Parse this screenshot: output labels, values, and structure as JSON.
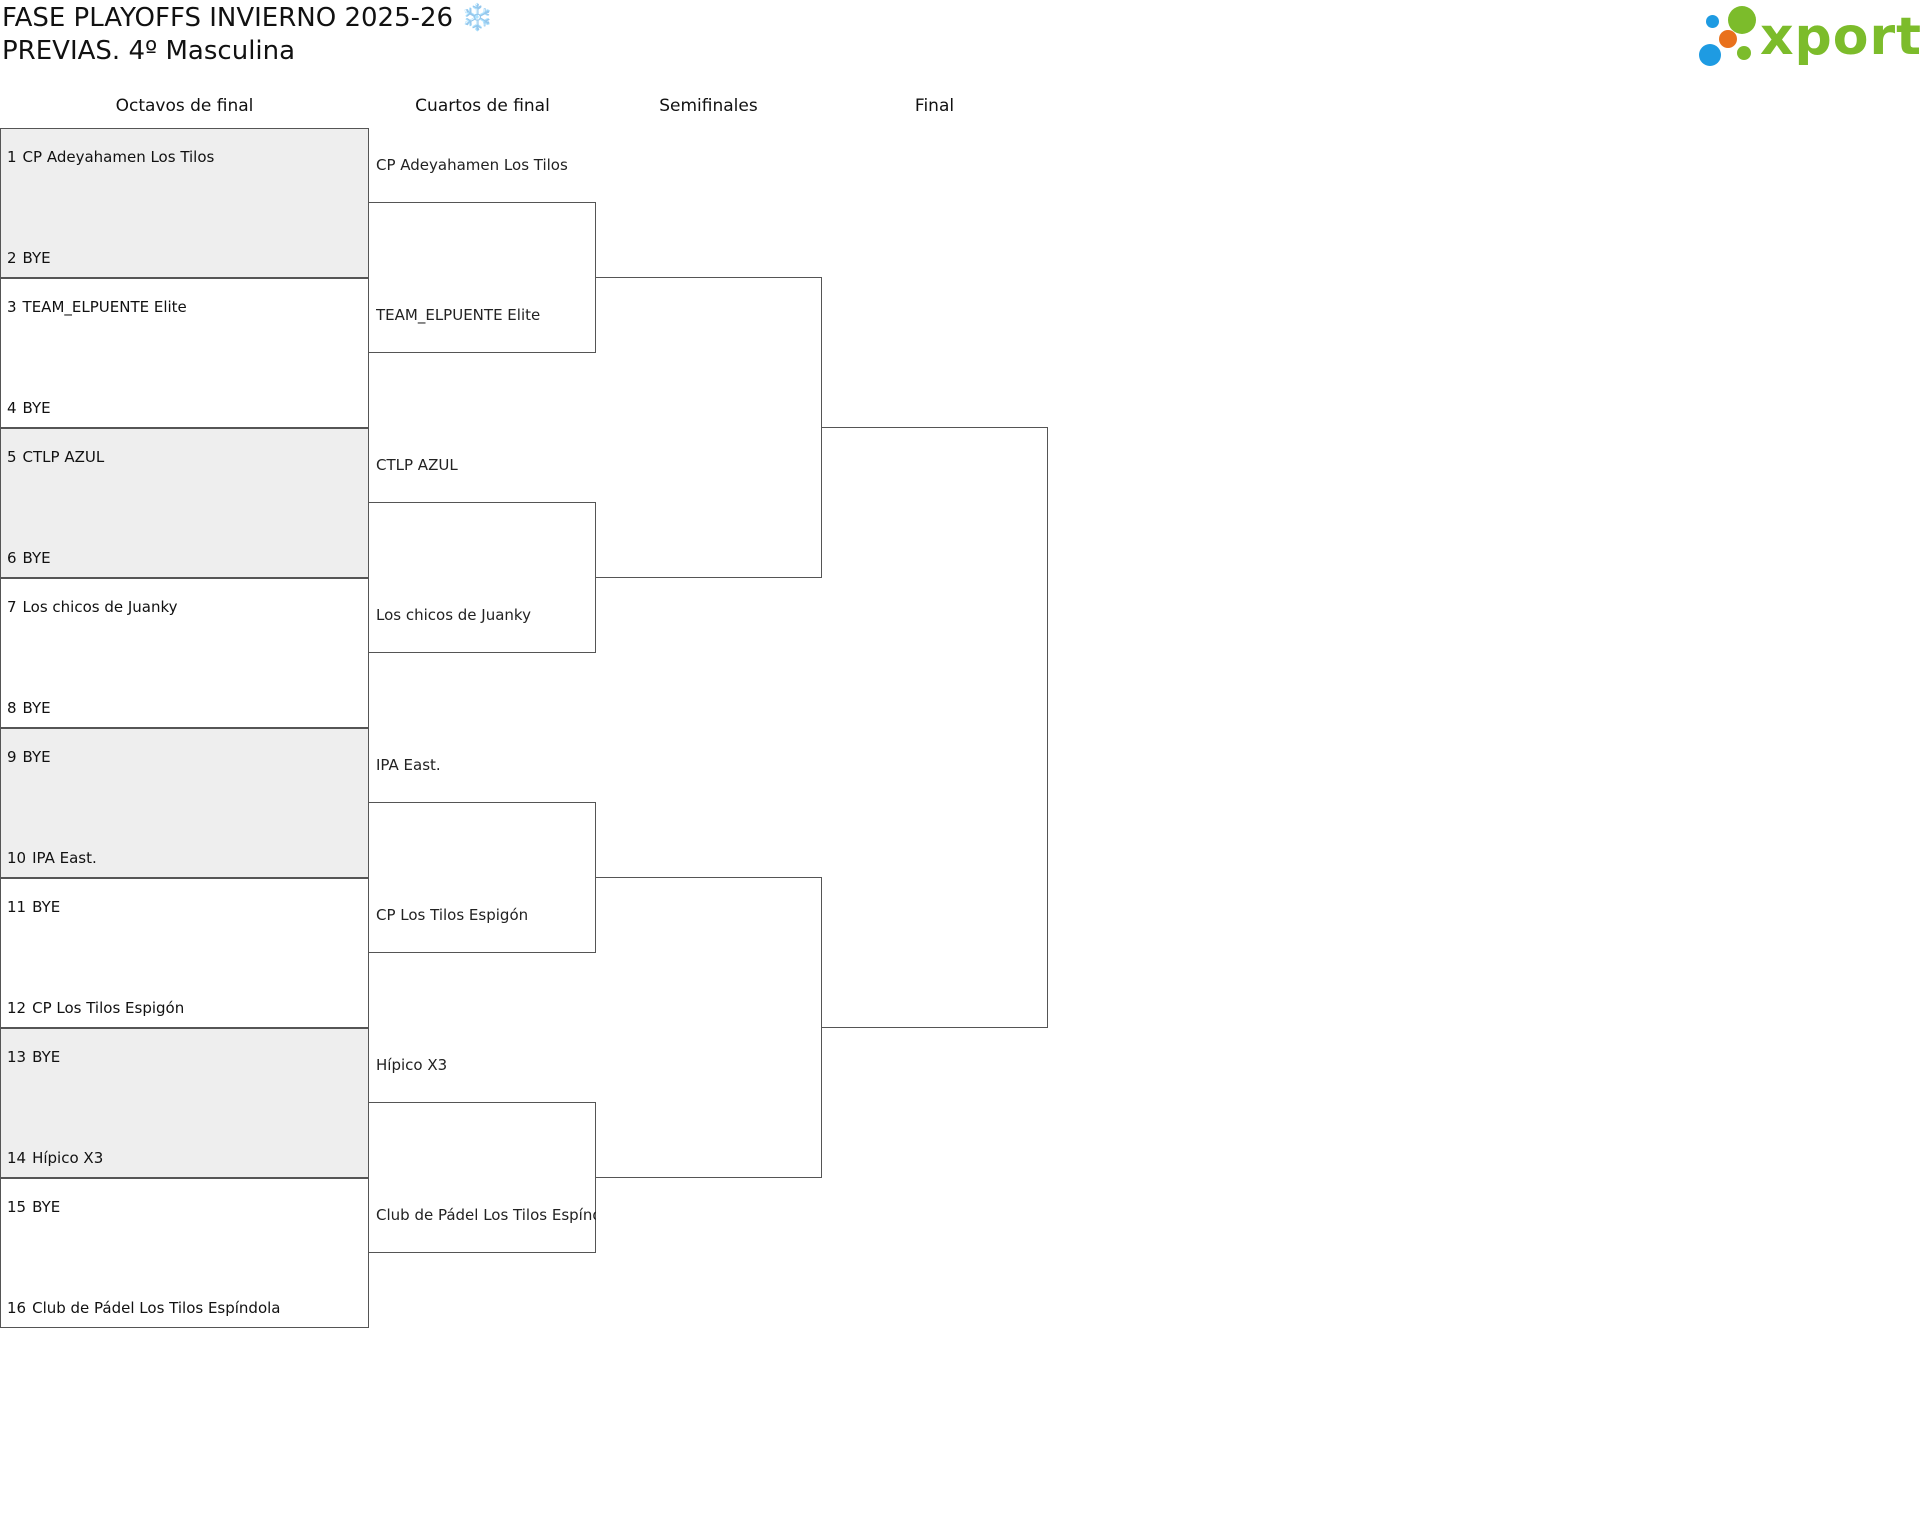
{
  "header": {
    "title_line1": "FASE PLAYOFFS INVIERNO 2025-26 ❄️",
    "title_line2": "PREVIAS. 4º Masculina"
  },
  "logo": {
    "text": "xporty",
    "colors": {
      "green": "#7cbc2b",
      "blue": "#1e9be2",
      "orange": "#e9711c"
    }
  },
  "rounds": [
    "Octavos de final",
    "Cuartos de final",
    "Semifinales",
    "Final"
  ],
  "round_of_16": [
    {
      "top": {
        "seed": "1",
        "name": "CP Adeyahamen Los Tilos"
      },
      "bottom": {
        "seed": "2",
        "name": "BYE"
      },
      "shaded": true
    },
    {
      "top": {
        "seed": "3",
        "name": "TEAM_ELPUENTE Elite"
      },
      "bottom": {
        "seed": "4",
        "name": "BYE"
      },
      "shaded": false
    },
    {
      "top": {
        "seed": "5",
        "name": "CTLP AZUL"
      },
      "bottom": {
        "seed": "6",
        "name": "BYE"
      },
      "shaded": true
    },
    {
      "top": {
        "seed": "7",
        "name": "Los chicos de Juanky"
      },
      "bottom": {
        "seed": "8",
        "name": "BYE"
      },
      "shaded": false
    },
    {
      "top": {
        "seed": "9",
        "name": "BYE"
      },
      "bottom": {
        "seed": "10",
        "name": "IPA East."
      },
      "shaded": true
    },
    {
      "top": {
        "seed": "11",
        "name": "BYE"
      },
      "bottom": {
        "seed": "12",
        "name": "CP Los Tilos Espigón"
      },
      "shaded": false
    },
    {
      "top": {
        "seed": "13",
        "name": "BYE"
      },
      "bottom": {
        "seed": "14",
        "name": "Hípico X3"
      },
      "shaded": true
    },
    {
      "top": {
        "seed": "15",
        "name": "BYE"
      },
      "bottom": {
        "seed": "16",
        "name": "Club de Pádel Los Tilos Espíndola"
      },
      "shaded": false
    }
  ],
  "quarterfinals": [
    "CP Adeyahamen Los Tilos",
    "TEAM_ELPUENTE Elite",
    "CTLP AZUL",
    "Los chicos de Juanky",
    "IPA East.",
    "CP Los Tilos Espigón",
    "Hípico X3",
    "Club de Pádel Los Tilos Espíndola"
  ]
}
